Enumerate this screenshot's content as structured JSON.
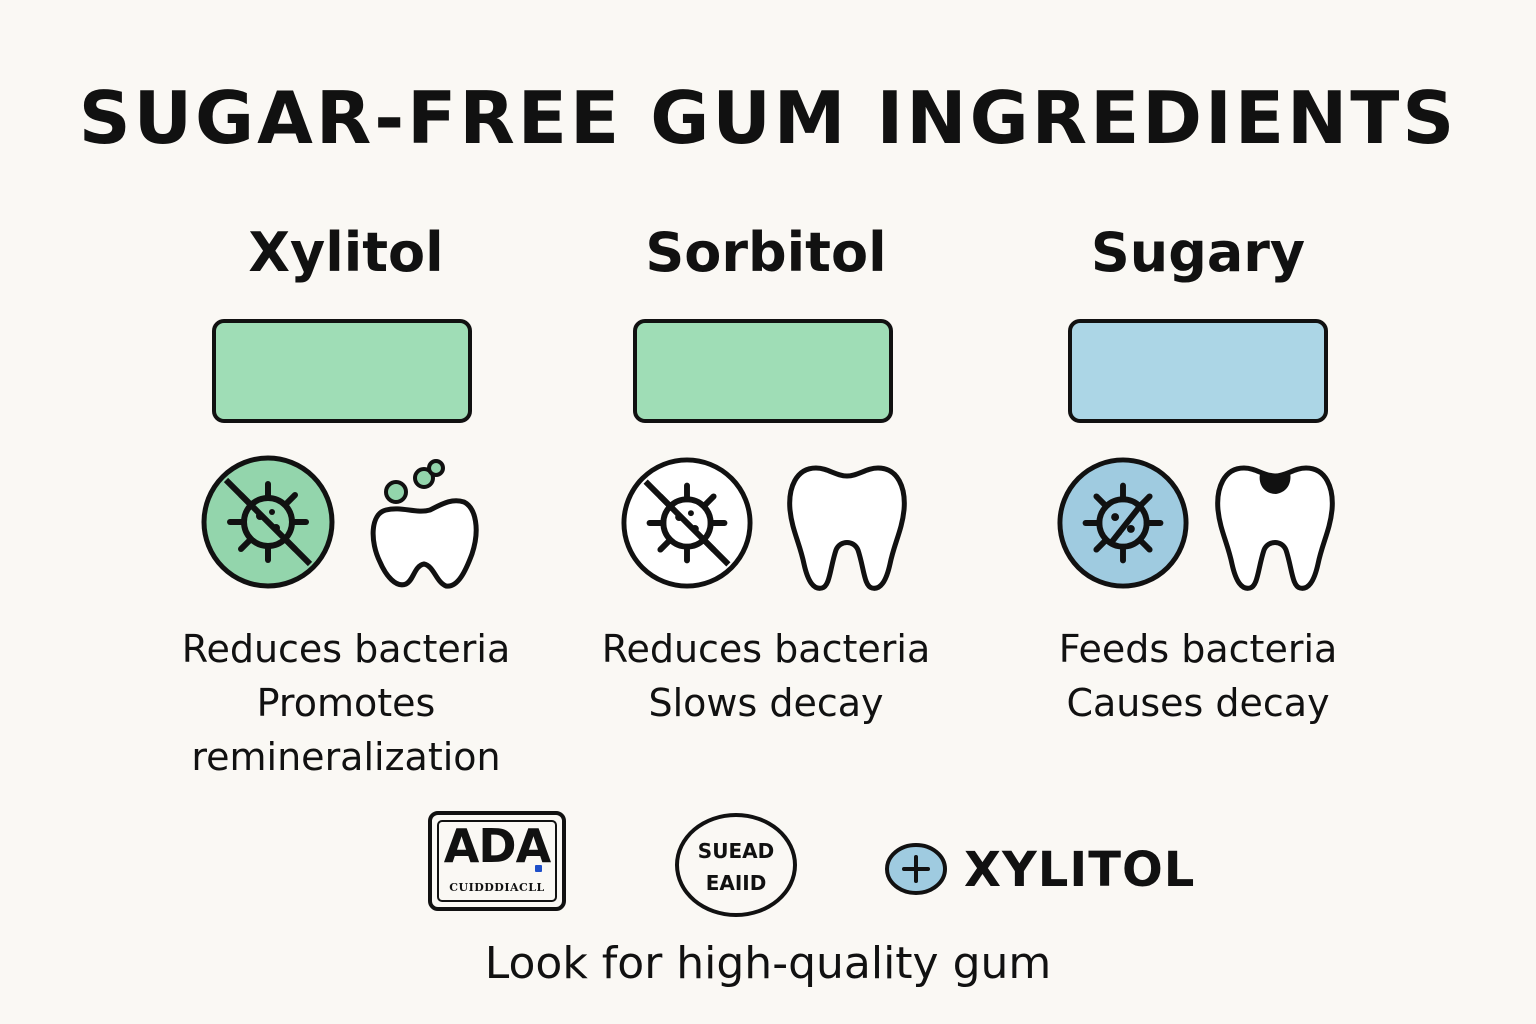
{
  "title": "SUGAR-FREE GUM INGREDIENTS",
  "colors": {
    "background": "#faf8f4",
    "green": "#9fddb6",
    "green_icon": "#93d5ac",
    "blue": "#acd6e6",
    "blue_icon": "#9fcbe0",
    "outline": "#111111"
  },
  "columns": [
    {
      "heading": "Xylitol",
      "gum_color": "green",
      "bacteria_icon": "no-bacteria-icon",
      "tooth_icon": "remineralizing-tooth-icon",
      "lines": [
        "Reduces bacteria",
        "Promotes",
        "remineralization"
      ]
    },
    {
      "heading": "Sorbitol",
      "gum_color": "green",
      "bacteria_icon": "no-bacteria-icon",
      "tooth_icon": "healthy-tooth-icon",
      "lines": [
        "Reduces bacteria",
        "Slows decay"
      ]
    },
    {
      "heading": "Sugary",
      "gum_color": "blue",
      "bacteria_icon": "bacteria-icon",
      "tooth_icon": "decayed-tooth-icon",
      "lines": [
        "Feeds bacteria",
        "Causes decay"
      ]
    }
  ],
  "badges": {
    "ada": {
      "main": "ADA",
      "sub": "CUIDDDIACLL"
    },
    "seal": {
      "line1": "SUEAD",
      "line2": "EAIID"
    },
    "xylitol": {
      "icon": "plus-circle-icon",
      "label": "XYLITOL"
    }
  },
  "footer": "Look for high-quality gum"
}
